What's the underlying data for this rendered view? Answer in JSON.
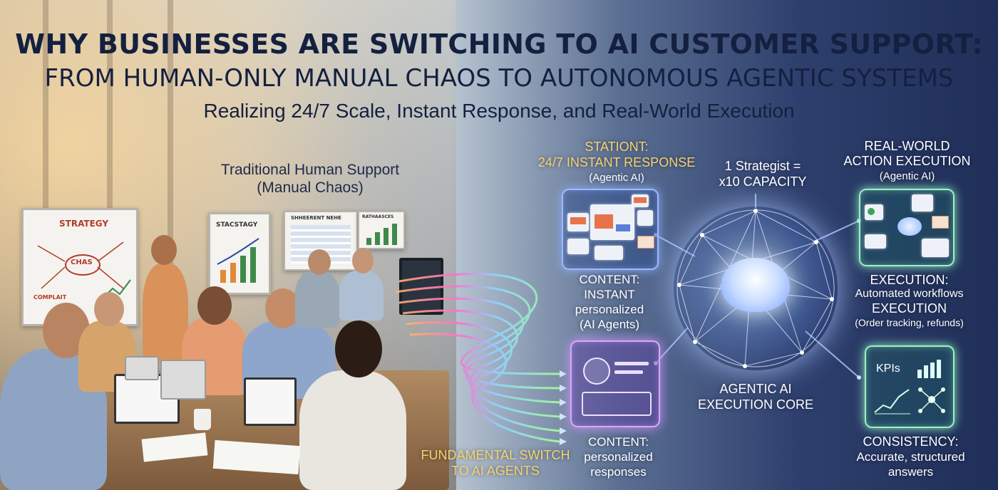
{
  "title": {
    "line1": "WHY BUSINESSES ARE SWITCHING TO AI CUSTOMER SUPPORT:",
    "line2": "FROM HUMAN-ONLY MANUAL CHAOS TO AUTONOMOUS AGENTIC SYSTEMS",
    "line3": "Realizing 24/7 Scale, Instant Response, and Real-World Execution"
  },
  "traditional": {
    "line1": "Traditional Human Support",
    "line2": "(Manual Chaos)"
  },
  "office_boards": {
    "whiteboard_title": "STRATEGY",
    "whiteboard_center": "CHAS",
    "whiteboard_note": "COMPLAIT",
    "flipchart_title": "STACSTAGY",
    "chart_title": "SHHEERENT NEHE",
    "chart2_title": "RATHAASCES"
  },
  "station": {
    "line1": "STATIONT:",
    "line2": "24/7 INSTANT RESPONSE",
    "line3": "(Agentic AI)"
  },
  "strategist": {
    "line1": "1 Strategist =",
    "line2": "x10 CAPACITY"
  },
  "real_world": {
    "line1": "REAL-WORLD",
    "line2": "ACTION EXECUTION",
    "line3": "(Agentic AI)"
  },
  "content_instant": {
    "line1": "CONTENT:",
    "line2": "INSTANT",
    "line3": "personalized",
    "line4": "(AI Agents)"
  },
  "execution": {
    "line1": "EXECUTION:",
    "line2": "Automated workflows",
    "line3": "EXECUTION",
    "line4": "(Order tracking, refunds)"
  },
  "core": {
    "line1": "AGENTIC AI",
    "line2": "EXECUTION CORE"
  },
  "kpi_panel": {
    "label": "KPIs"
  },
  "switch": {
    "line1": "FUNDAMENTAL SWITCH",
    "line2": "TO AI AGENTS"
  },
  "content_personalized": {
    "line1": "CONTENT:",
    "line2": "personalized",
    "line3": "responses"
  },
  "consistency": {
    "line1": "CONSISTENCY:",
    "line2": "Accurate, structured",
    "line3": "answers"
  },
  "icons": [
    "brain-icon",
    "user-profile-icon",
    "envelope-icon",
    "bar-chart-icon",
    "network-icon",
    "check-icon"
  ],
  "colors": {
    "title": "#14203f",
    "gold": "#f5d36a",
    "glow_blue": "#9fb9ff",
    "glow_green": "#9ff0c6",
    "glow_violet": "#d7a8ff"
  }
}
